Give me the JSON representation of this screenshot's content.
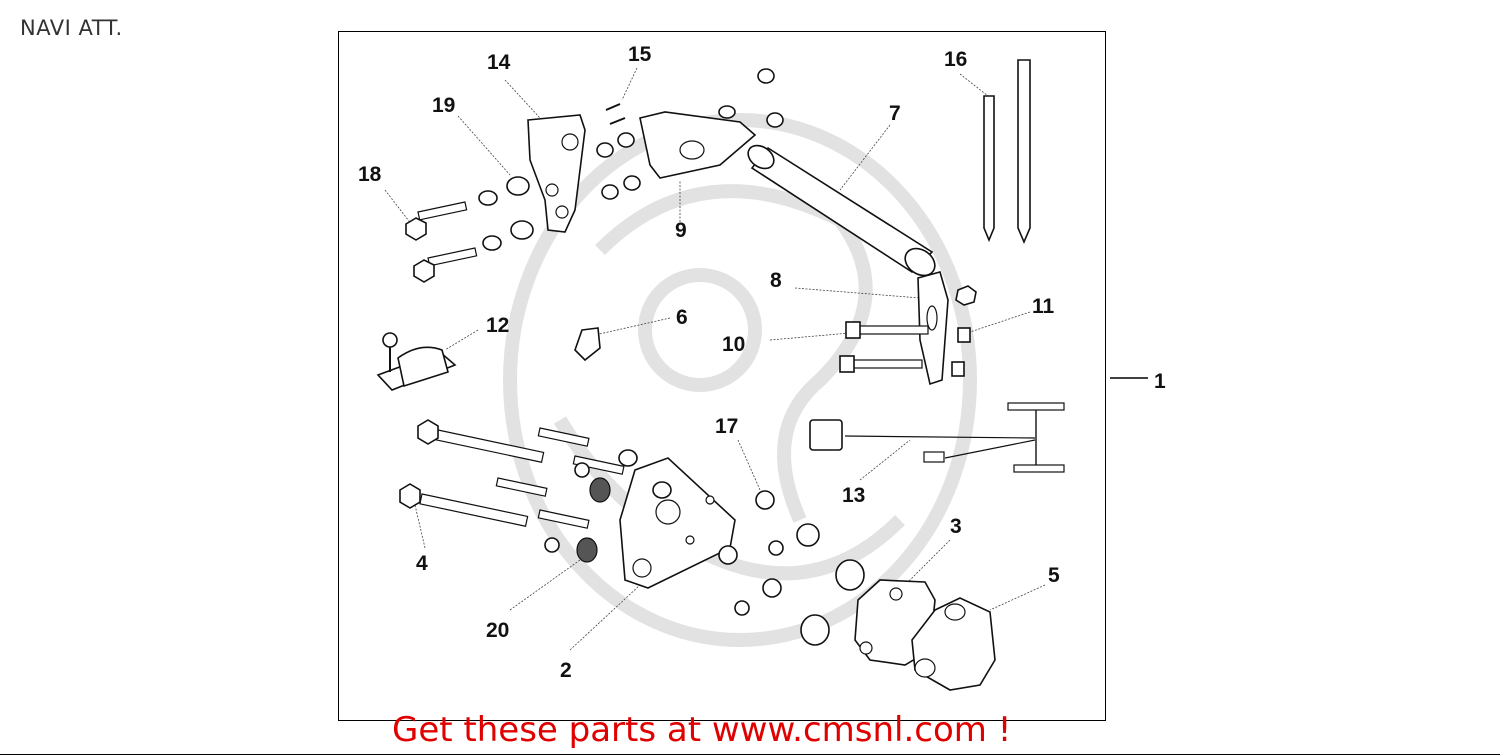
{
  "page": {
    "title": "NAVI ATT."
  },
  "diagram": {
    "callouts": {
      "c1": "1",
      "c2": "2",
      "c3": "3",
      "c4": "4",
      "c5": "5",
      "c6": "6",
      "c7": "7",
      "c8": "8",
      "c9": "9",
      "c10": "10",
      "c11": "11",
      "c12": "12",
      "c13": "13",
      "c14": "14",
      "c15": "15",
      "c16": "16",
      "c17": "17",
      "c18": "18",
      "c19": "19",
      "c20": "20"
    }
  },
  "footer": {
    "link_text": "Get these parts at www.cmsnl.com !"
  },
  "colors": {
    "link": "#e00000",
    "frame": "#000000",
    "watermark": "#e2e2e2"
  }
}
